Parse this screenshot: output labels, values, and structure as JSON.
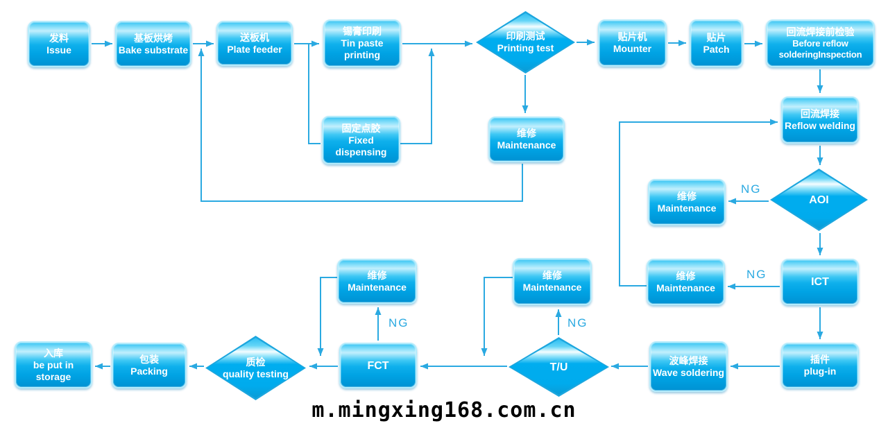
{
  "title": "SMT production process flowchart",
  "colors": {
    "node_fill_top": "#3cc6f3",
    "node_fill_bottom": "#0092d3",
    "node_border": "#b5ecfc",
    "connector": "#2aa9e1",
    "text": "#ffffff",
    "ng_label": "#2aa9e1",
    "watermark": "#000000",
    "background": "#ffffff"
  },
  "nodes": {
    "issue": {
      "zh": "发料",
      "en": "Issue"
    },
    "bake": {
      "zh": "基板烘烤",
      "en": "Bake substrate"
    },
    "plate_feeder": {
      "zh": "送板机",
      "en": "Plate feeder"
    },
    "tin_paste": {
      "zh": "锡膏印刷",
      "en": "Tin paste printing"
    },
    "fixed_dispensing": {
      "zh": "固定点胶",
      "en": "Fixed dispensing"
    },
    "print_test": {
      "zh": "印刷测试",
      "en": "Printing test"
    },
    "maint_print": {
      "zh": "维修",
      "en": "Maintenance"
    },
    "mounter": {
      "zh": "贴片机",
      "en": "Mounter"
    },
    "patch": {
      "zh": "贴片",
      "en": "Patch"
    },
    "before_reflow": {
      "zh": "回流焊接前检验",
      "en": "Before reflow solderingInspection"
    },
    "reflow": {
      "zh": "回流焊接",
      "en": "Reflow welding"
    },
    "aoi": {
      "zh": "",
      "en": "AOI"
    },
    "maint_aoi": {
      "zh": "维修",
      "en": "Maintenance"
    },
    "maint_ict": {
      "zh": "维修",
      "en": "Maintenance"
    },
    "ict": {
      "zh": "",
      "en": "ICT"
    },
    "plugin": {
      "zh": "插件",
      "en": "plug-in"
    },
    "wave": {
      "zh": "波峰焊接",
      "en": "Wave soldering"
    },
    "tu": {
      "zh": "",
      "en": "T/U"
    },
    "maint_tu": {
      "zh": "维修",
      "en": "Maintenance"
    },
    "fct": {
      "zh": "",
      "en": "FCT"
    },
    "maint_fct": {
      "zh": "维修",
      "en": "Maintenance"
    },
    "quality": {
      "zh": "质检",
      "en": "quality testing"
    },
    "packing": {
      "zh": "包装",
      "en": "Packing"
    },
    "storage": {
      "zh": "入库",
      "en": "be put in storage"
    }
  },
  "labels": {
    "ng": "NG"
  },
  "watermark": "m.mingxing168.com.cn"
}
